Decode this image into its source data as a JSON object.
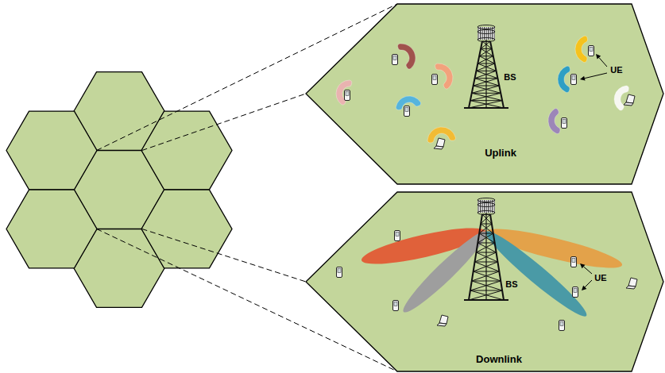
{
  "diagram": {
    "nodes": [
      {
        "text": [
          "Uplink"
        ]
      },
      {
        "text": [
          "Downlink"
        ]
      }
    ],
    "labels": [
      "UE",
      "BS",
      "UE",
      "BS"
    ]
  }
}
